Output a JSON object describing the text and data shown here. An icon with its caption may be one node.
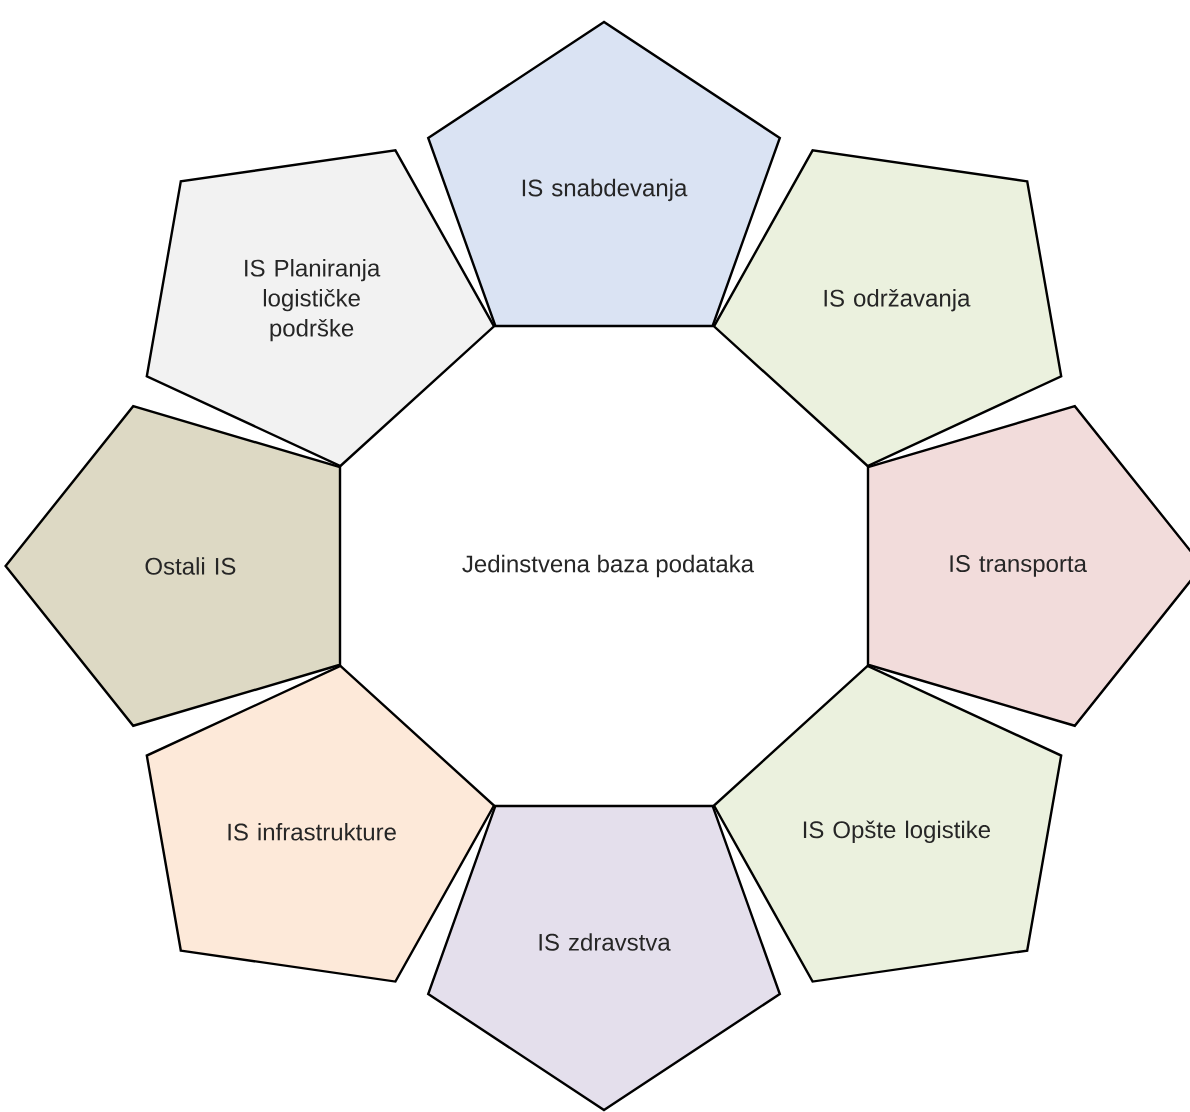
{
  "diagram": {
    "nodes": [
      {
        "text": [
          "IS snabdevanja"
        ]
      },
      {
        "text": [
          "IS Planiranja logističke podrške"
        ]
      },
      {
        "text": [
          "IS održavanja"
        ]
      },
      {
        "text": [
          "Ostali IS"
        ]
      },
      {
        "text": [
          "IS transporta"
        ]
      },
      {
        "text": [
          "IS infrastrukture"
        ]
      },
      {
        "text": [
          "IS Opšte logistike"
        ]
      },
      {
        "text": [
          "IS zdravstva"
        ]
      }
    ],
    "labels": [
      "Jedinstvena baza podataka"
    ]
  }
}
